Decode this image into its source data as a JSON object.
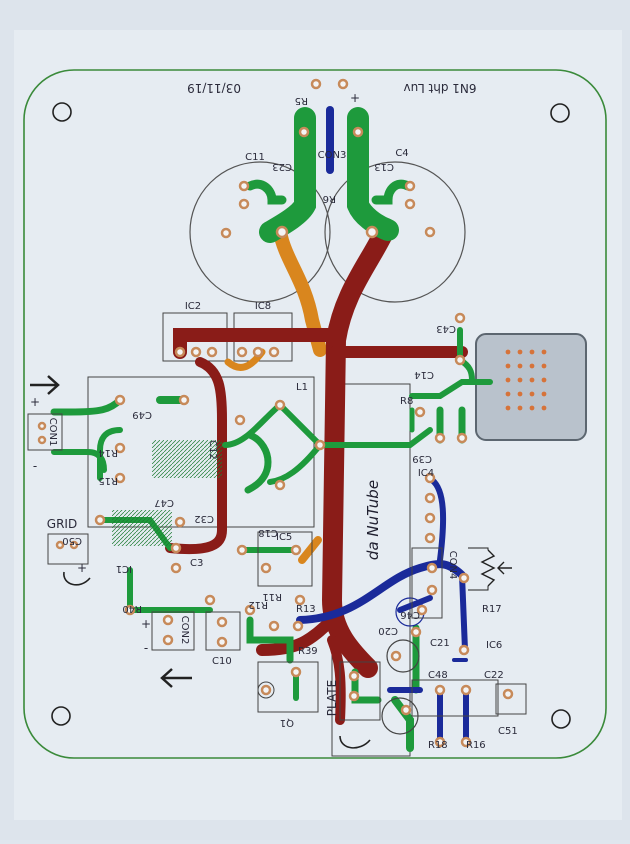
{
  "board": {
    "header_name": "6N1 dht Luv",
    "header_date": "03/11/19",
    "title_vertical": "da NuTube",
    "grid_label": "GRID",
    "plate_label": "PLATE"
  },
  "components": {
    "c11": "C11",
    "c4": "C4",
    "ic2": "IC2",
    "ic8": "IC8",
    "l1": "L1",
    "r8": "R8",
    "ic4": "IC4",
    "ic5": "IC5",
    "r13": "R13",
    "r17": "R17",
    "ic6": "IC6",
    "r39": "R39",
    "c21": "C21",
    "c48": "C48",
    "c22": "C22",
    "c10": "C10",
    "r18": "R18",
    "r16": "R16",
    "c51": "C51",
    "c3": "C3",
    "c43": "C43",
    "c39": "C39",
    "c49": "C49",
    "r14": "R14",
    "r15": "R15",
    "c47": "C47",
    "c32": "C32",
    "c50": "C50",
    "ic1": "IC1",
    "r40": "R40",
    "r12": "R12",
    "r11": "R11",
    "q1": "Q1",
    "c12": "C12",
    "c14": "C14",
    "r6": "R6",
    "r5": "R5",
    "c13": "C13",
    "c23": "C23",
    "c18": "C18",
    "c46": "C46",
    "c20": "C20"
  },
  "connectors": {
    "con1": "CON1",
    "con2": "CON2",
    "con3": "CON3",
    "con4": "CON4"
  },
  "polarity": {
    "plus": "+",
    "minus": "-"
  },
  "colors": {
    "board_outline": "#3a8a3a",
    "trace_green": "#1e9a3c",
    "trace_red": "#8a1c18",
    "trace_orange": "#d9861e",
    "trace_blue": "#1a2a9a",
    "pad_copper": "#c78a5a",
    "heatsink": "#b9c2cc"
  }
}
